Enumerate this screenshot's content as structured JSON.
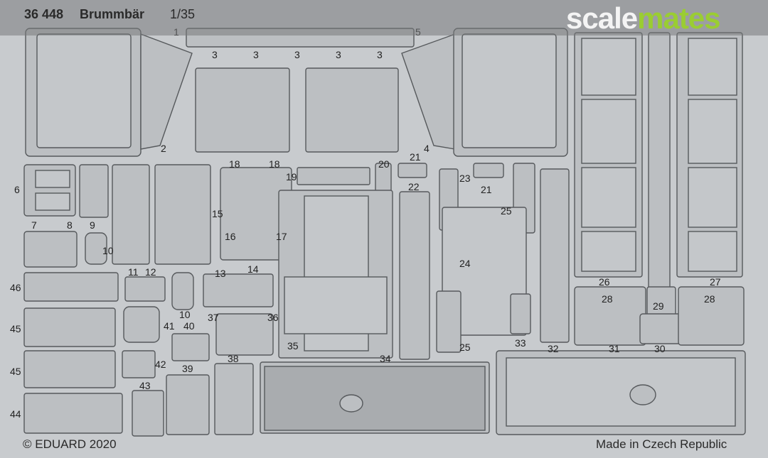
{
  "header": {
    "code": "36 448",
    "name": "Brummbär",
    "scale": "1/35"
  },
  "watermark": {
    "part1": "scale",
    "part2": "mates"
  },
  "footer": {
    "copyright": "© EDUARD 2020",
    "origin": "Made in Czech Republic"
  },
  "part_numbers": [
    "1",
    "3",
    "3",
    "3",
    "3",
    "3",
    "5",
    "2",
    "4",
    "6",
    "7",
    "8",
    "9",
    "10",
    "11",
    "12",
    "13",
    "14",
    "15",
    "16",
    "17",
    "18",
    "18",
    "19",
    "20",
    "21",
    "21",
    "22",
    "23",
    "24",
    "25",
    "25",
    "26",
    "27",
    "28",
    "28",
    "29",
    "30",
    "31",
    "32",
    "33",
    "34",
    "35",
    "36",
    "37",
    "38",
    "39",
    "40",
    "41",
    "42",
    "43",
    "44",
    "45",
    "45",
    "46",
    "10"
  ],
  "colors": {
    "background": "#c8cbce",
    "metal": "#b9bcbf",
    "outline": "#55585b",
    "logo_green": "#9acd32"
  }
}
